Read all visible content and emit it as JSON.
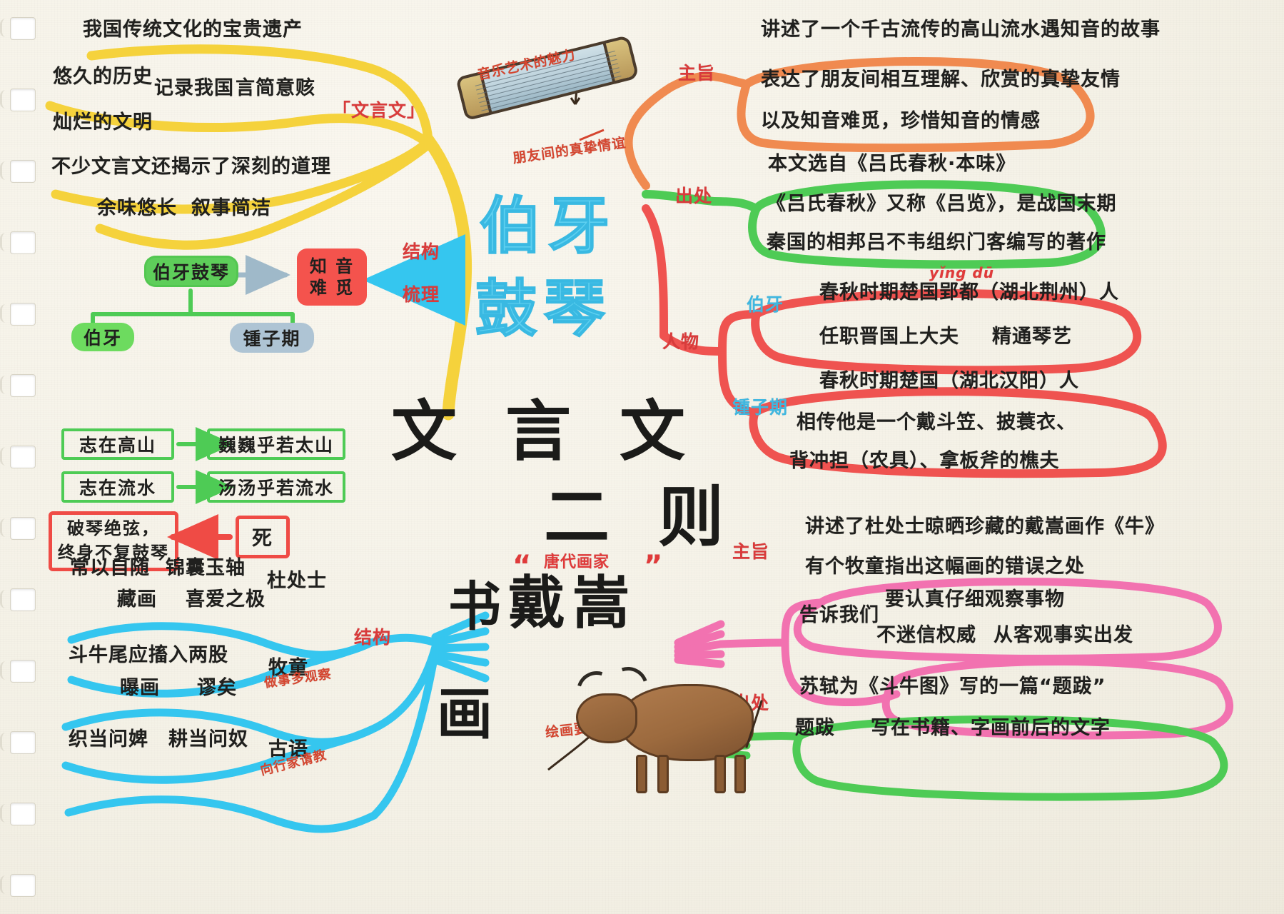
{
  "center": {
    "title_line1": "伯牙",
    "title_line2": "鼓琴",
    "main_title_top": "文 言 文",
    "main_title_bottom": "二 则",
    "second_title_1": "书",
    "second_title_2": "戴嵩",
    "second_title_3": "画",
    "second_title_quote_open": "“",
    "second_title_quote_close": "”",
    "second_title_sub": "唐代画家"
  },
  "connectors": {
    "jiegou_top": "结构",
    "shuli": "梳理",
    "zhuzhi_1": "主旨",
    "chuchu_1": "出处",
    "renwu": "人物",
    "boya_branch": "伯牙",
    "zhongziqi_branch": "锺子期",
    "jiegou_bottom": "结构",
    "zhuzhi_2": "主旨",
    "chuchu_2": "出处"
  },
  "left_top_branch": {
    "label": "「文言文」",
    "items": [
      "我国传统文化的宝贵遗产",
      "悠久的历史",
      "记录我国",
      "言简意赅",
      "灿烂的文明",
      "不少文言文还揭示了深刻的道理",
      "余味悠长",
      "叙事简洁"
    ]
  },
  "left_structure": {
    "root": "伯牙鼓琴",
    "result": "知 音\n难 觅",
    "result_line1": "知 音",
    "result_line2": "难 觅",
    "person_left": "伯牙",
    "person_right": "锺子期",
    "pairs": [
      {
        "left": "志在高山",
        "right": "巍巍乎若太山"
      },
      {
        "left": "志在流水",
        "right": "汤汤乎若流水"
      }
    ],
    "death": "死",
    "outcome_line1": "破琴绝弦，",
    "outcome_line2": "终身不复鼓琴"
  },
  "guqin": {
    "label_top": "音乐艺术的魅力",
    "label_bottom": "朋友间的真挚情谊"
  },
  "right_top": {
    "zhuzhi_items": [
      "讲述了一个千古流传的高山流水遇知音的故事",
      "表达了朋友间相互理解、欣赏的真挚友情",
      "以及知音难觅，珍惜知音的情感"
    ],
    "chuchu_items": [
      "本文选自《吕氏春秋·本味》",
      "《吕氏春秋》又称《吕览》，是战国末期",
      "秦国的相邦吕不韦组织门客编写的著作"
    ],
    "boya_pinyin": "yǐng dū",
    "boya_items": [
      "春秋时期楚国郢都（湖北荆州）人",
      "任职晋国上大夫",
      "精通琴艺"
    ],
    "zhongziqi_items": [
      "春秋时期楚国（湖北汉阳）人",
      "相传他是一个戴斗笠、披蓑衣、",
      "背冲担（农具）、拿板斧的樵夫"
    ]
  },
  "left_bottom": {
    "rows": [
      {
        "a": "常以自随",
        "b": "锦囊玉轴",
        "label": "杜处士"
      },
      {
        "a": "藏画",
        "b": "喜爱之极",
        "label": ""
      },
      {
        "a": "斗牛尾应搐入两股",
        "b": "",
        "label": "牧童"
      },
      {
        "a": "曝画",
        "b": "谬矣",
        "label": ""
      },
      {
        "a": "织当问婢",
        "b": "耕当问奴",
        "label": "古语"
      }
    ],
    "note_1": "做事多观察",
    "note_2": "向行家请教",
    "bull_note": "绘画要尊重事实"
  },
  "right_bottom": {
    "zhuzhi_items": [
      "讲述了杜处士晾晒珍藏的戴嵩画作《牛》",
      "有个牧童指出这幅画的错误之处"
    ],
    "tell_us_label": "告诉我们",
    "tell_us_items": [
      "要认真仔细观察事物",
      "不迷信权威",
      "从客观事实出发"
    ],
    "chuchu_items": [
      "苏轼为《斗牛图》写的一篇“题跋”",
      "题跋"
    ],
    "chuchu_tail": "写在书籍、字画前后的文字"
  },
  "colors": {
    "yellow": "#f5d23c",
    "orange": "#f08a50",
    "green": "#4ecb55",
    "red": "#ef5350",
    "cyan": "#3fc6ec",
    "pink": "#f272b0",
    "black": "#1b1b19"
  }
}
